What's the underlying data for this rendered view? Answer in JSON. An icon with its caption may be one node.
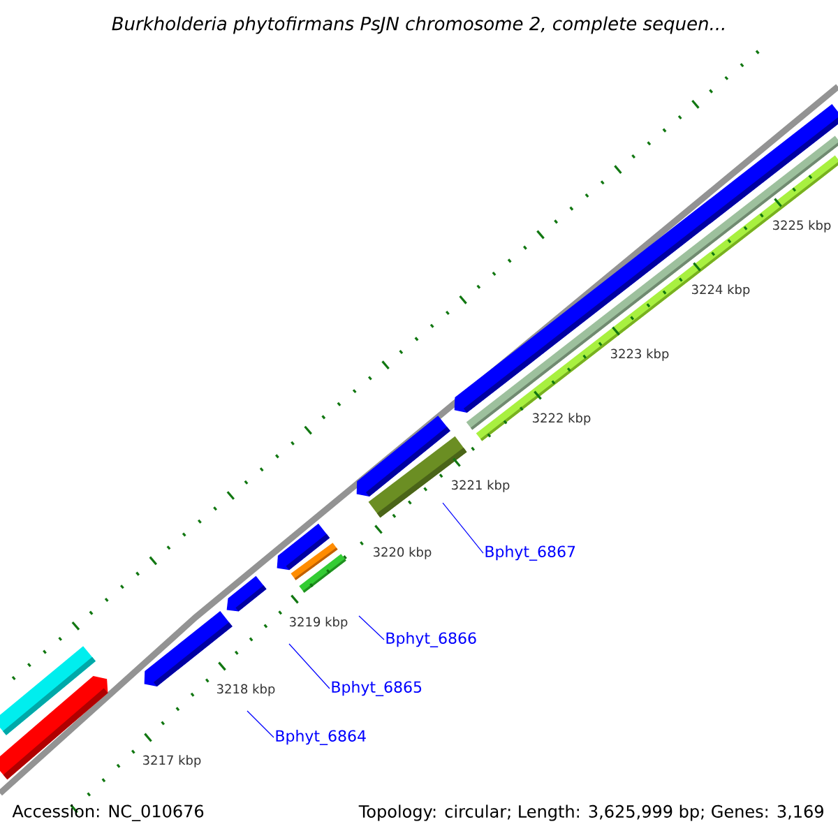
{
  "diagram": {
    "title": "Burkholderia phytofirmans PsJN chromosome 2, complete sequen...",
    "nodes": [
      {
        "text": [
          "Bphyt_6864"
        ]
      },
      {
        "text": [
          "Bphyt_6865"
        ]
      },
      {
        "text": [
          "Bphyt_6866"
        ]
      },
      {
        "text": [
          "Bphyt_6867"
        ]
      }
    ],
    "edges": [
      {
        "from": 0,
        "to": null,
        "arrow": "none"
      },
      {
        "from": 1,
        "to": null,
        "arrow": "none"
      },
      {
        "from": 2,
        "to": null,
        "arrow": "none"
      },
      {
        "from": 3,
        "to": null,
        "arrow": "none"
      }
    ],
    "labels": [
      "3217 kbp",
      "3218 kbp",
      "3219 kbp",
      "3220 kbp",
      "3221 kbp",
      "3222 kbp",
      "3223 kbp",
      "3224 kbp",
      "3225 kbp",
      "Accession: NC_010676",
      "Topology: circular; Length: 3,625,999 bp; Genes: 3,169"
    ]
  }
}
